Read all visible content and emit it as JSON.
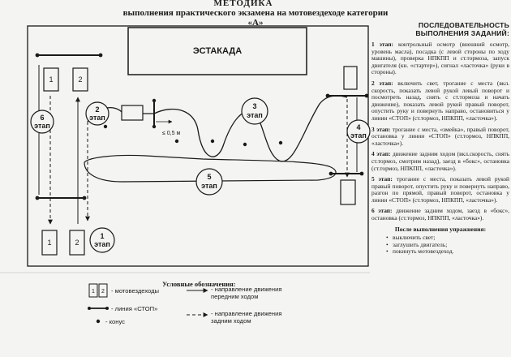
{
  "header": {
    "title_line1": "МЕТОДИКА",
    "title_line2": "выполнения практического экзамена на мотовездеходе категории «А»"
  },
  "diagram": {
    "overpass_label": "ЭСТАКАДА",
    "distance_label": "≤ 0,5 м",
    "vehicle_slot_1": "1",
    "vehicle_slot_2": "2",
    "stages": [
      {
        "num": "1",
        "word": "этап"
      },
      {
        "num": "2",
        "word": "этап"
      },
      {
        "num": "3",
        "word": "этап"
      },
      {
        "num": "4",
        "word": "этап"
      },
      {
        "num": "5",
        "word": "этап"
      },
      {
        "num": "6",
        "word": "этап"
      }
    ]
  },
  "legend": {
    "title": "Условные обозначения:",
    "atv": "- мотовездеходы",
    "stop_line": "- линия «СТОП»",
    "cone": "- конус",
    "forward": "- направление движения передним ходом",
    "reverse": "- направление движения задним ходом",
    "atv_box_1": "1",
    "atv_box_2": "2"
  },
  "sequence": {
    "heading": "ПОСЛЕДОВАТЕЛЬНОСТЬ ВЫПОЛНЕНИЯ ЗАДАНИЙ:",
    "stages": [
      {
        "label": "1 этап:",
        "text": "контрольный осмотр (внешний осмотр, уровень масла), посадка (с левой стороны по ходу машины), проверка НПКПП и ст.тормоза, запуск двигателя (кн. «стартер»), сигнал «ласточка» (руки в стороны)."
      },
      {
        "label": "2 этап:",
        "text": "включить свет, трогание с места (вкл. скорость, показать левой рукой левый поворот и посмотреть назад, снять с ст.тормоза и начать движение), показать левой рукой правый поворот, опустить руку и повернуть направо, остановиться у линии «СТОП» (ст.тормоз, НПКПП, «ласточка»)."
      },
      {
        "label": "3 этап:",
        "text": "трогание с места, «змейка», правый поворот, остановка у линии «СТОП» (ст.тормоз, НПКПП, «ласточка»)."
      },
      {
        "label": "4 этап:",
        "text": "движение задним ходом (вкл.скорость, снять ст.тормоз, смотрим назад), заезд в «бокс», остановка (ст.тормоз, НПКПП, «ласточка»)."
      },
      {
        "label": "5 этап:",
        "text": "трогание с места, показать левой рукой правый поворот, опустить руку и повернуть направо, разгон по прямой, правый поворот, остановка у линии «СТОП» (ст.тормоз, НПКПП, «ласточка»)."
      },
      {
        "label": "6 этап:",
        "text": "движение задним ходом, заезд в «бокс», остановка (ст.тормоз, НПКПП, «ласточка»)."
      }
    ],
    "after_heading": "После выполнения упражнения:",
    "after_items": [
      "выключить свет;",
      "заглушить двигатель;",
      "покинуть мотовездеход."
    ]
  },
  "colors": {
    "ink": "#1a1a1a",
    "paper": "#f4f4f2"
  }
}
